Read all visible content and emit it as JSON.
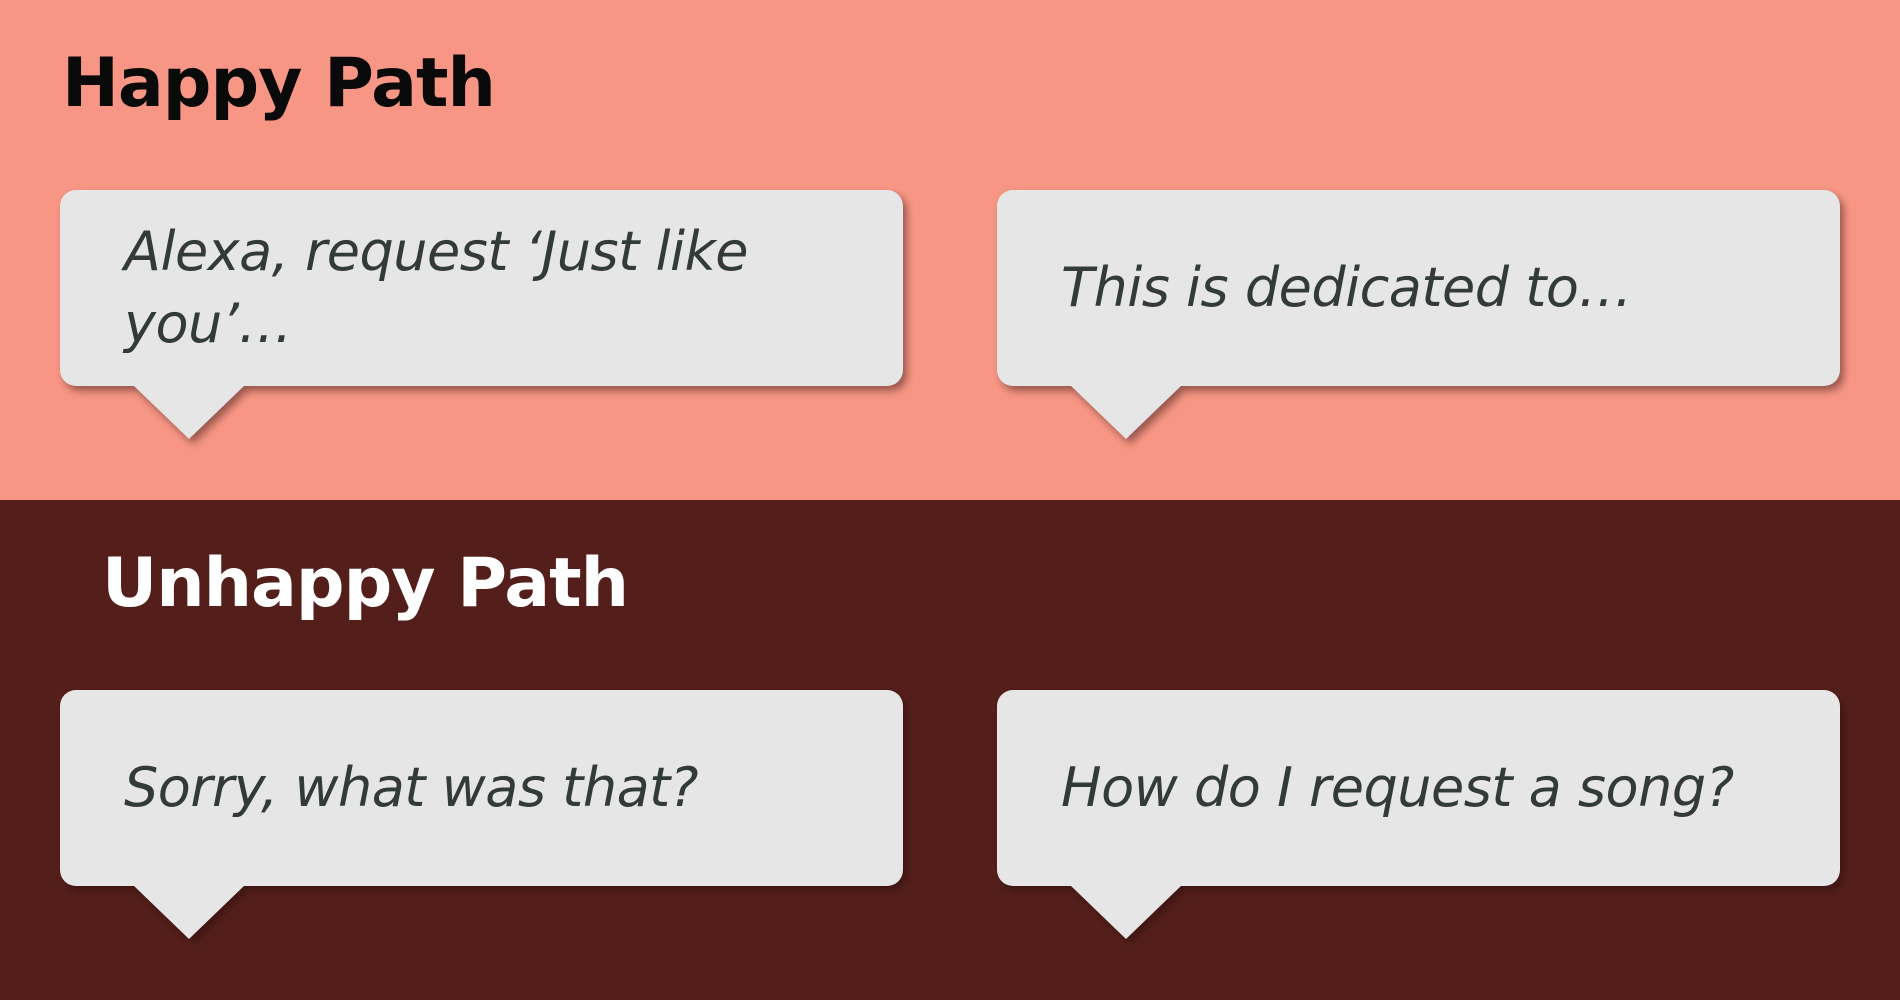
{
  "colors": {
    "happy_background": "#F79684",
    "unhappy_background": "#541F1B",
    "bubble_fill": "#E6E6E6",
    "bubble_text": "#333A3A",
    "happy_heading": "#0A0A0A",
    "unhappy_heading": "#FFFFFF"
  },
  "happy_path": {
    "heading": "Happy Path",
    "bubbles": [
      {
        "text": "Alexa, request ‘Just like you’…"
      },
      {
        "text": "This is dedicated to…"
      }
    ]
  },
  "unhappy_path": {
    "heading": "Unhappy Path",
    "bubbles": [
      {
        "text": "Sorry, what was that?"
      },
      {
        "text": "How do I request a song?"
      }
    ]
  }
}
